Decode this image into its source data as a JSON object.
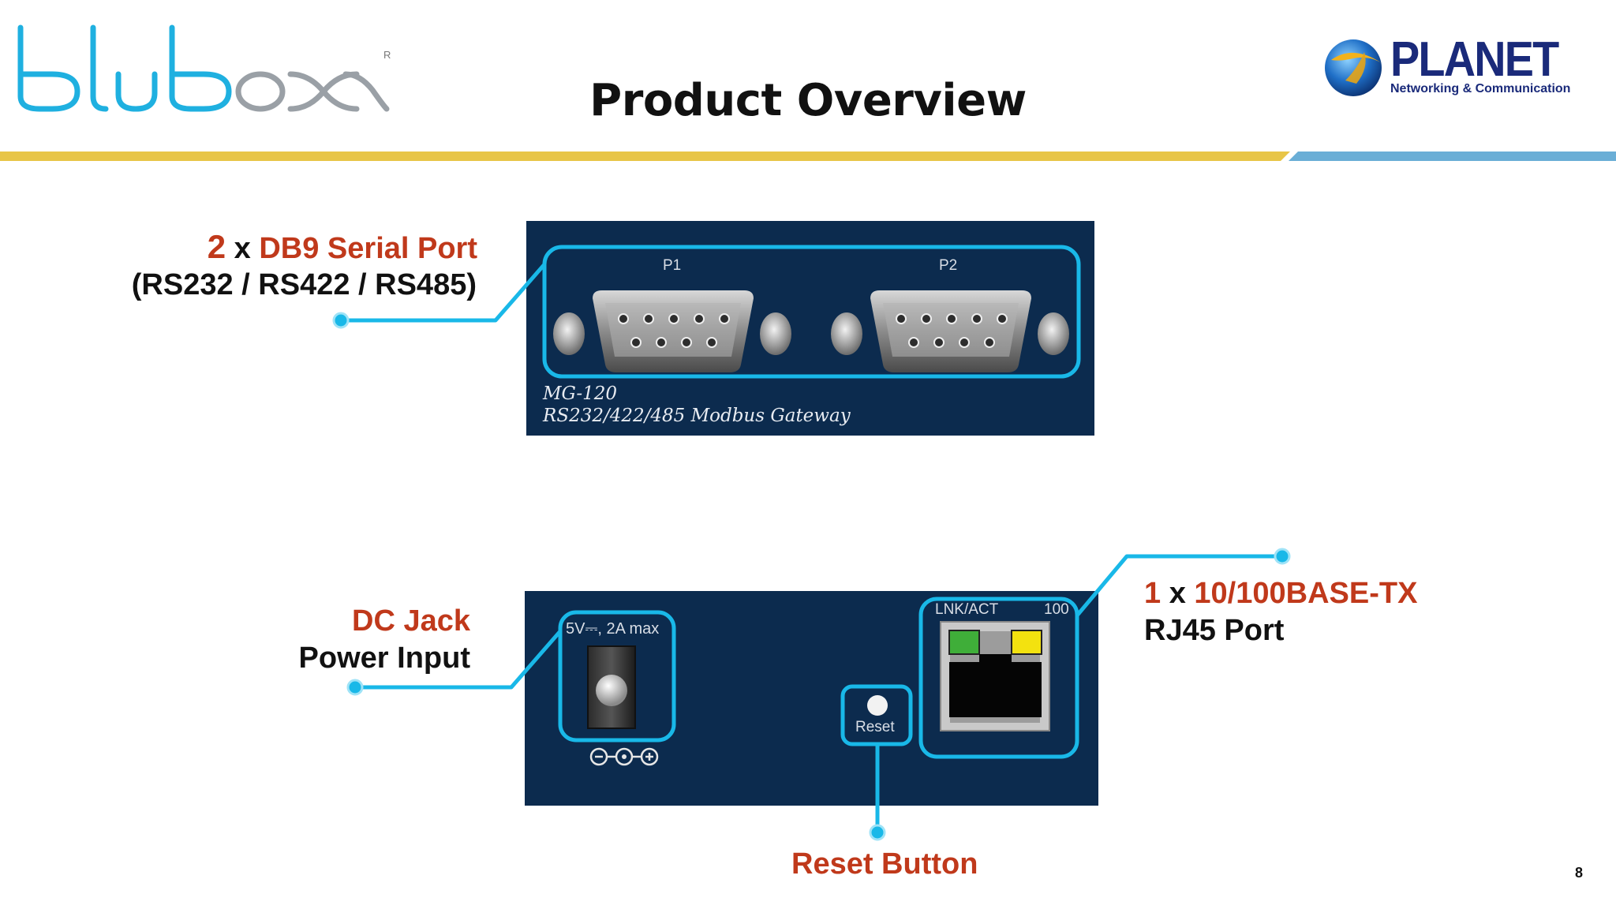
{
  "header": {
    "title": "Product Overview",
    "left_logo_text": "bluboxx",
    "right_logo_text": "PLANET",
    "right_logo_tagline": "Networking & Communication"
  },
  "device_front": {
    "port_p1_label": "P1",
    "port_p2_label": "P2",
    "model": "MG-120",
    "model_desc": "RS232/422/485 Modbus Gateway"
  },
  "device_rear": {
    "power_spec": "5V⎓, 2A max",
    "lnk_label": "LNK/ACT",
    "speed_label": "100",
    "reset_label": "Reset"
  },
  "callouts": {
    "db9": {
      "count": "2",
      "x": "x",
      "name": "DB9 Serial Port",
      "desc": "(RS232 / RS422 / RS485)"
    },
    "dc": {
      "name": "DC Jack",
      "desc": "Power Input"
    },
    "rj45": {
      "count": "1",
      "x": "x",
      "name": "10/100BASE-TX",
      "desc": "RJ45 Port"
    },
    "reset": {
      "name": "Reset Button"
    }
  },
  "colors": {
    "accent_red": "#c0391b",
    "callout_cyan": "#19b8e8",
    "panel_navy": "#0c2b4e",
    "rule_gold": "#e8c547",
    "rule_blue": "#6aaed6"
  },
  "page_number": "8"
}
